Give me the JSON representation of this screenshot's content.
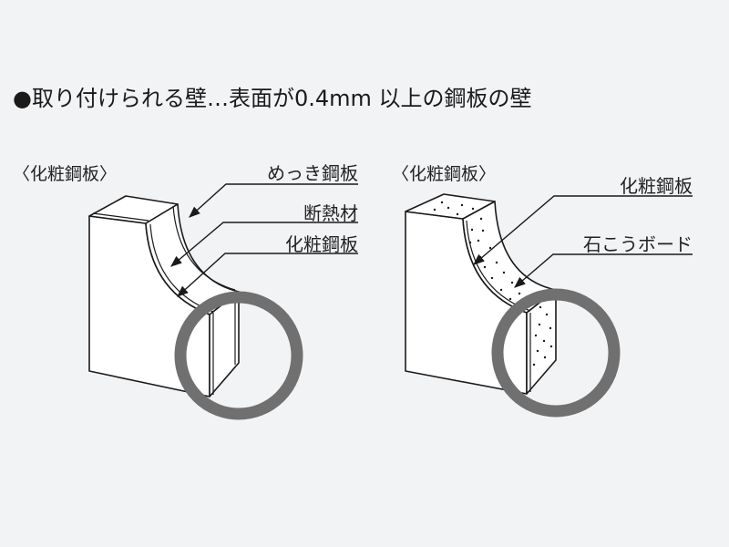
{
  "heading": "●取り付けられる壁…表面が0.4mm 以上の鋼板の壁",
  "colors": {
    "background": "#f2f3f5",
    "line": "#1a1a1a",
    "highlight_circle": "#707070",
    "fill": "#ffffff"
  },
  "left_panel": {
    "caption": "〈化粧鋼板〉",
    "labels": [
      "めっき鋼板",
      "断熱材",
      "化粧鋼板"
    ]
  },
  "right_panel": {
    "caption": "〈化粧鋼板〉",
    "labels": [
      "化粧鋼板",
      "石こうボード"
    ]
  }
}
